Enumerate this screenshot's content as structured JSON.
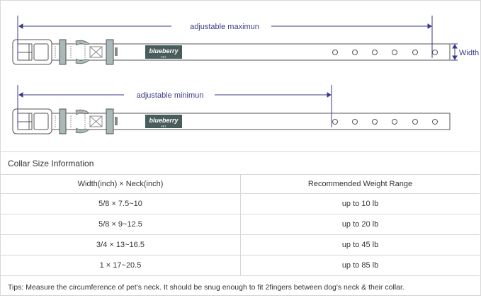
{
  "diagram": {
    "max_label": "adjustable maximun",
    "min_label": "adjustable minimun",
    "width_label": "Width",
    "logo_text": "blueberry",
    "logo_sub": "PET",
    "colors": {
      "dimension_line": "#3a3a8a",
      "keeper": "#a9b8b8",
      "logo_bg": "#4a5d5d",
      "outline": "#555555"
    }
  },
  "table": {
    "title": "Collar Size Information",
    "headers": [
      "Width(inch)  ×  Neck(inch)",
      "Recommended Weight Range"
    ],
    "rows": [
      [
        "5/8 × 7.5~10",
        "up to 10 lb"
      ],
      [
        "5/8 × 9~12.5",
        "up to 20 lb"
      ],
      [
        "3/4 × 13~16.5",
        "up to 45 lb"
      ],
      [
        "1 × 17~20.5",
        "up to 85 lb"
      ]
    ],
    "tips": "Tips: Measure the circumference of pet's neck. It should be snug enough to fit 2fingers between dog's neck & their collar."
  }
}
